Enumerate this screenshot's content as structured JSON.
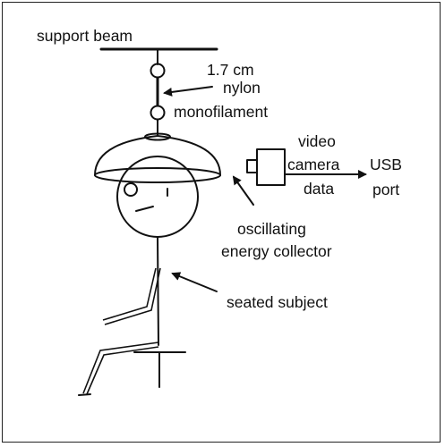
{
  "labels": {
    "support_beam": "support beam",
    "length": "1.7 cm",
    "nylon": "nylon",
    "monofilament": "monofilament",
    "video": "video",
    "camera": "camera",
    "data": "data",
    "usb": "USB",
    "port": "port",
    "oscillating": "oscillating",
    "energy_collector": "energy collector",
    "seated_subject": "seated subject"
  }
}
